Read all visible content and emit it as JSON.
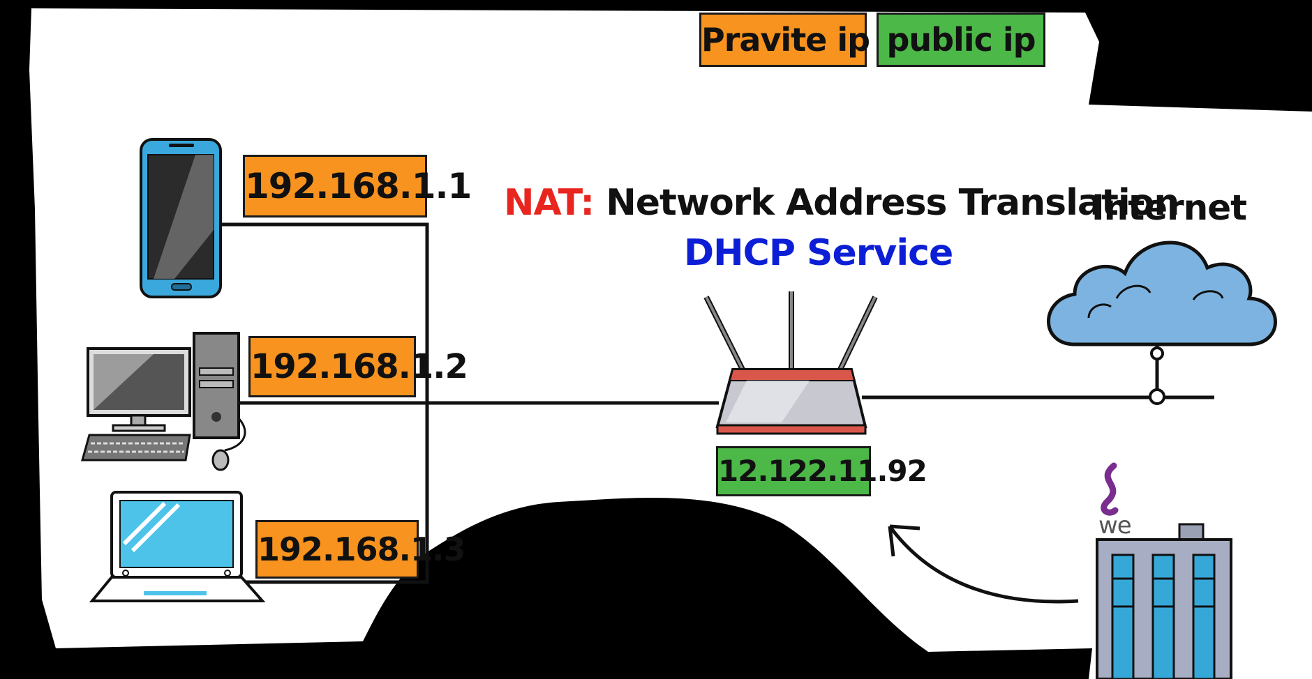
{
  "legend": {
    "private_label": "Pravite ip",
    "public_label": "public ip"
  },
  "colors": {
    "private": "#f7931e",
    "public": "#4cb848",
    "nat_accent": "#e8261f",
    "dhcp": "#0d1fd6"
  },
  "devices": [
    {
      "name": "smartphone",
      "ip": "192.168.1.1"
    },
    {
      "name": "desktop-computer",
      "ip": "192.168.1.2"
    },
    {
      "name": "laptop",
      "ip": "192.168.1.3"
    }
  ],
  "router": {
    "nat_prefix": "NAT:",
    "nat_text": "Network Address Translation",
    "dhcp_text": "DHCP Service",
    "public_ip": "12.122.11.92"
  },
  "internet": {
    "label": "Internet"
  },
  "isp": {
    "logo_text": "we"
  },
  "icons": [
    "smartphone-icon",
    "desktop-computer-icon",
    "laptop-icon",
    "router-icon",
    "cloud-icon",
    "isp-building-icon",
    "arrow-icon"
  ]
}
